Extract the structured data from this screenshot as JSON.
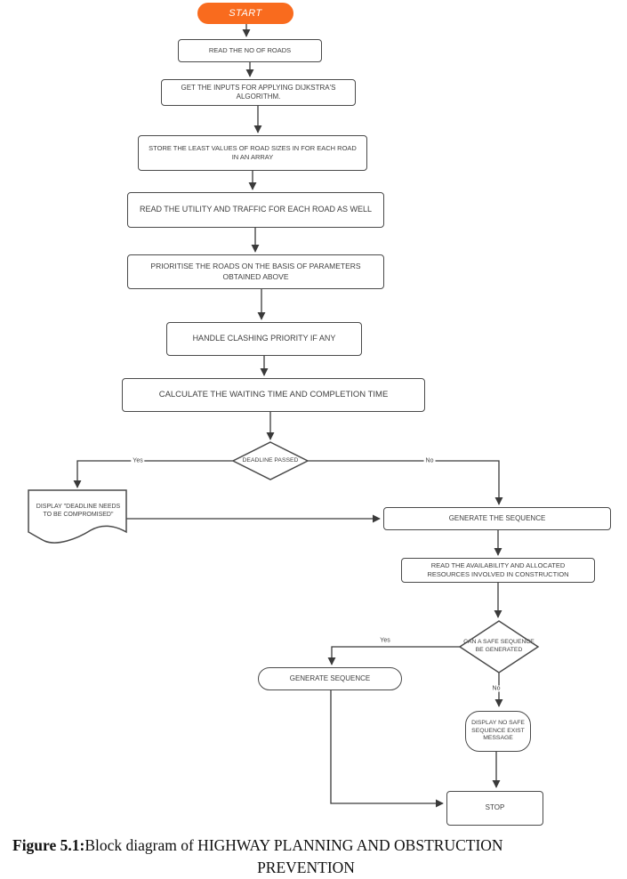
{
  "figure": {
    "caption_prefix": "Figure 5.1:",
    "caption_line1": "Block diagram of HIGHWAY PLANNING AND OBSTRUCTION",
    "caption_line2": "PREVENTION"
  },
  "colors": {
    "start_fill": "#F96B1E",
    "line": "#3a3a3a",
    "box_border": "#4a4a4a",
    "text": "#3f3f3f"
  },
  "nodes": {
    "start": "START",
    "read_roads": "READ THE NO OF ROADS",
    "get_inputs": "GET THE INPUTS FOR APPLYING DIJKSTRA'S ALGORITHM.",
    "store_least": "STORE THE LEAST VALUES OF ROAD SIZES IN FOR EACH ROAD IN AN ARRAY",
    "read_utility": "READ THE UTILITY AND TRAFFIC FOR EACH ROAD AS WELL",
    "prioritise": "PRIORITISE THE ROADS ON THE BASIS OF PARAMETERS OBTAINED ABOVE",
    "handle_clash": "HANDLE CLASHING PRIORITY IF ANY",
    "calculate": "CALCULATE THE WAITING TIME AND COMPLETION TIME",
    "deadline_passed": "DEADLINE PASSED",
    "display_deadline": "DISPLAY \"DEADLINE NEEDS TO BE COMPROMISED\"",
    "generate_the_sequence": "GENERATE THE SEQUENCE",
    "read_availability": "READ THE AVAILABILITY AND ALLOCATED RESOURCES INVOLVED IN CONSTRUCTION",
    "can_safe_sequence": "CAN A SAFE SEQUENCE BE GENERATED",
    "generate_sequence": "GENERATE SEQUENCE",
    "display_no_safe": "DISPLAY NO SAFE SEQUENCE EXIST MESSAGE",
    "stop": "STOP"
  },
  "edge_labels": {
    "deadline_yes": "Yes",
    "deadline_no": "No",
    "safe_yes": "Yes",
    "safe_no": "No"
  }
}
